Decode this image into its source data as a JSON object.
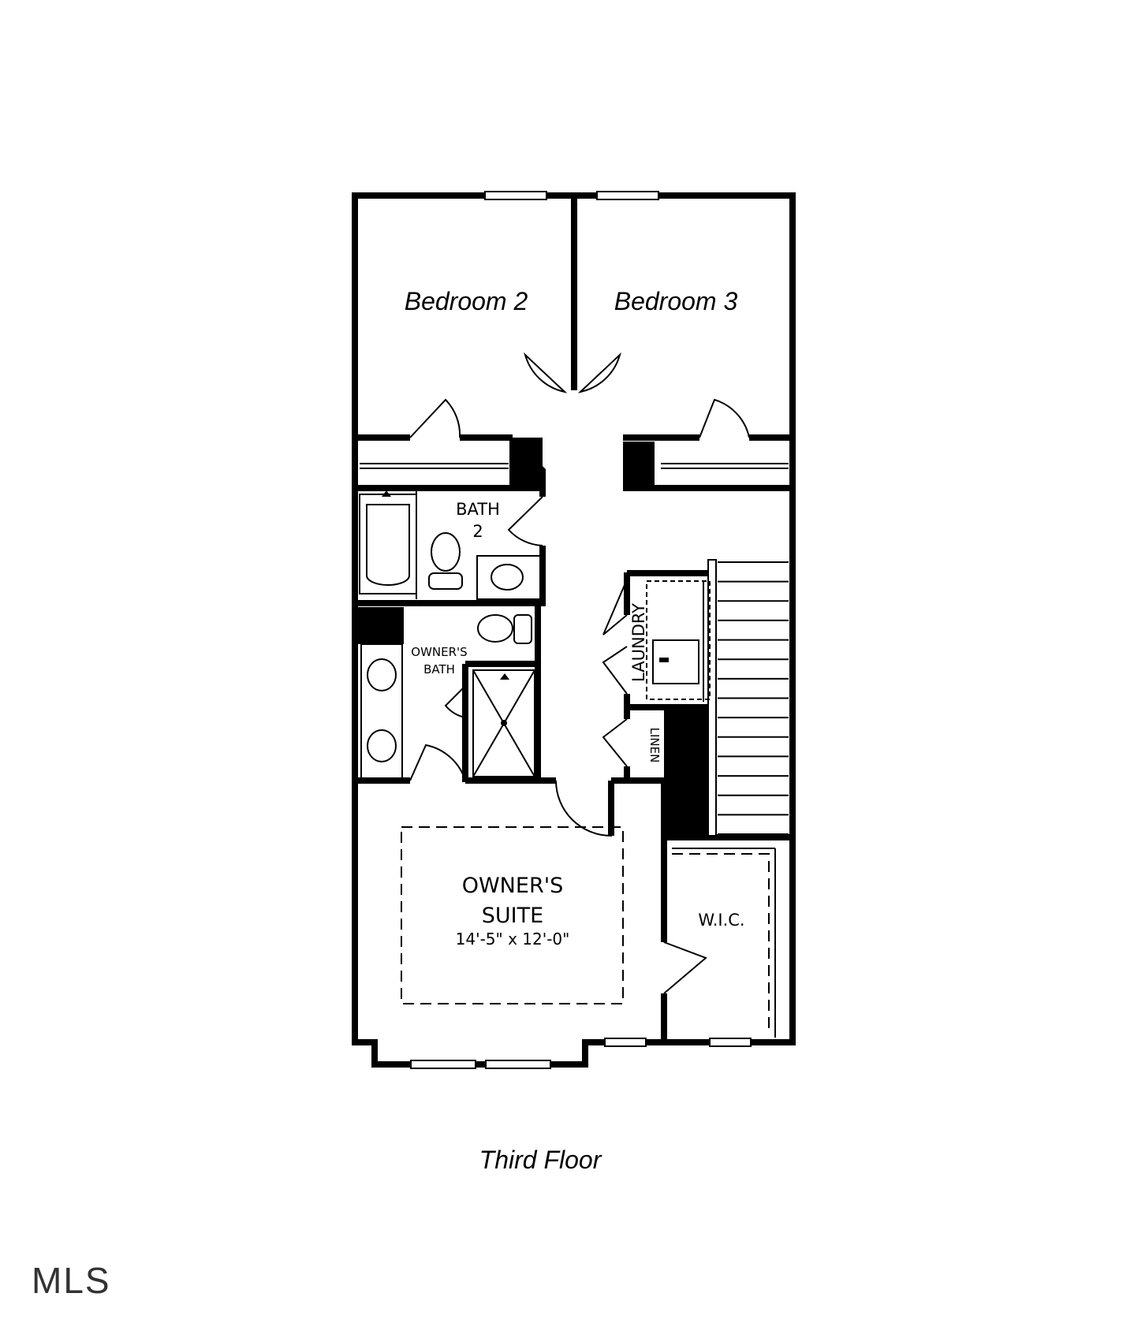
{
  "floor_title": "Third Floor",
  "rooms": {
    "bedroom_2": "Bedroom 2",
    "bedroom_3": "Bedroom 3",
    "bath_2_line1": "BATH",
    "bath_2_line2": "2",
    "owners_bath_line1": "OWNER'S",
    "owners_bath_line2": "BATH",
    "laundry": "LAUNDRY",
    "linen": "LINEN",
    "owners_suite_line1": "OWNER'S",
    "owners_suite_line2": "SUITE",
    "owners_suite_dims": "14'-5\" x 12'-0\"",
    "wic": "W.I.C."
  },
  "watermark": "MLS"
}
